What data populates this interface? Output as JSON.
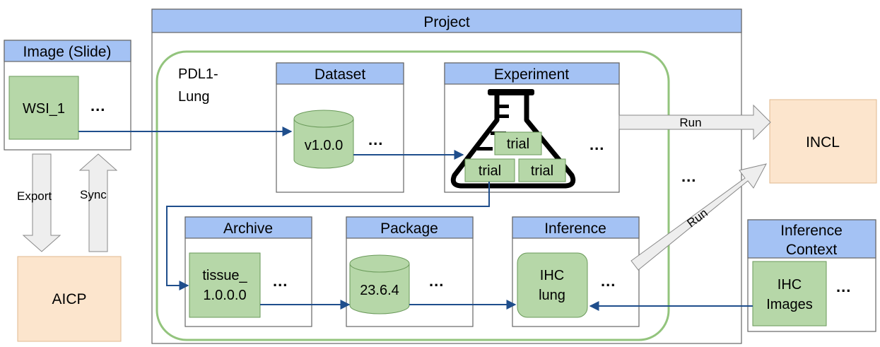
{
  "colors": {
    "header_blue": "#a4c2f4",
    "box_green": "#b6d7a8",
    "box_green_border": "#6a9a5a",
    "orange": "#fce5cd",
    "group_border": "#93c47d",
    "arrow_blue": "#1f4e8c",
    "gray_arrow": "#eeeeee"
  },
  "project": {
    "title": "Project"
  },
  "group": {
    "label_line1": "PDL1-",
    "label_line2": "Lung"
  },
  "image_slide": {
    "title": "Image (Slide)",
    "item": "WSI_1",
    "ellipsis": "..."
  },
  "dataset": {
    "title": "Dataset",
    "item": "v1.0.0",
    "ellipsis": "..."
  },
  "experiment": {
    "title": "Experiment",
    "trial_top": "trial",
    "trial_left": "trial",
    "trial_right": "trial",
    "ellipsis": "..."
  },
  "group_ellipsis": "...",
  "archive": {
    "title": "Archive",
    "item_line1": "tissue_",
    "item_line2": "1.0.0.0",
    "ellipsis": "..."
  },
  "package": {
    "title": "Package",
    "item": "23.6.4",
    "ellipsis": "..."
  },
  "inference": {
    "title": "Inference",
    "item_line1": "IHC",
    "item_line2": "lung",
    "ellipsis": "..."
  },
  "inference_context": {
    "title_line1": "Inference",
    "title_line2": "Context",
    "item_line1": "IHC",
    "item_line2": "Images",
    "ellipsis": "..."
  },
  "incl": {
    "label": "INCL"
  },
  "aicp": {
    "label": "AICP"
  },
  "arrows": {
    "export": "Export",
    "sync": "Sync",
    "run_top": "Run",
    "run_diag": "Run"
  }
}
